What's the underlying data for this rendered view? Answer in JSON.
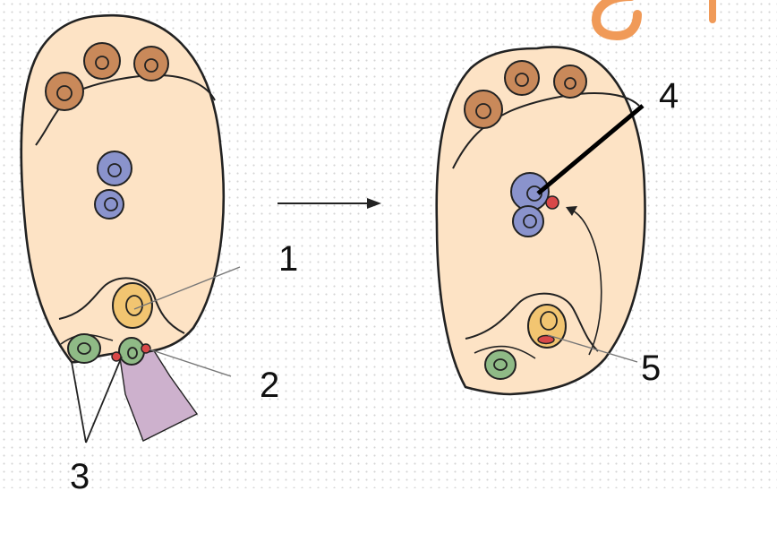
{
  "labels": {
    "n1": "1",
    "n2": "2",
    "n3": "3",
    "n4": "4",
    "n5": "5"
  },
  "colors": {
    "sac_fill": "#fde3c5",
    "antipodal": "#c9895a",
    "polar_nucleus": "#8a93cc",
    "egg_cell": "#f2c571",
    "synergid": "#8fba86",
    "sperm": "#d94848",
    "pollen_tube": "#cdb1cd",
    "title_accent": "#f09a58"
  }
}
